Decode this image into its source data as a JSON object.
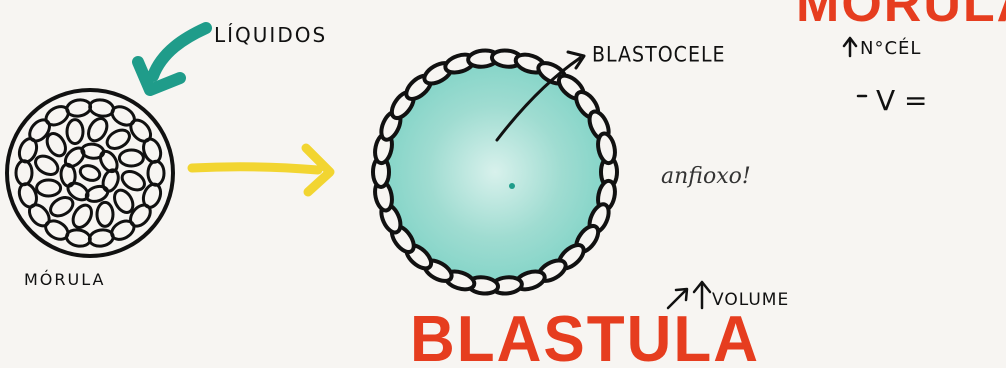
{
  "labels": {
    "liquidos": "LÍQUIDOS",
    "blastocele": "BLASTOCELE",
    "morula": "MÓRULA",
    "n_cel": "N°CÉL",
    "v": "V =",
    "anfioxo": "anfioxo!",
    "volume": "VOLUME"
  },
  "titles": {
    "blastula": "BLASTULA",
    "morula": "MORULA"
  },
  "colors": {
    "title_red": "#e63d1f",
    "liquid_teal": "#7fd3c6",
    "arrow_teal": "#1f9c8a",
    "arrow_yellow": "#f2d531",
    "ink": "#111111"
  },
  "icons": {
    "liquid_arrow": "curved-arrow-icon",
    "transition_arrow": "right-arrow-icon",
    "up_arrows": "up-arrow-icon"
  }
}
